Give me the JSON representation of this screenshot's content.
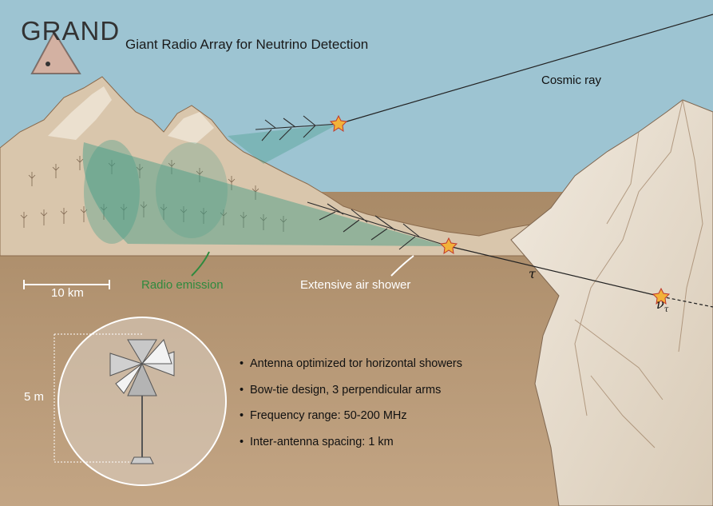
{
  "logo": {
    "text": "GRAND"
  },
  "header": {
    "title": "Giant Radio Array for Neutrino Detection"
  },
  "labels": {
    "cosmic_ray": "Cosmic ray",
    "radio_emission": "Radio emission",
    "air_shower": "Extensive air shower",
    "tau": "τ",
    "nu": "ν",
    "nu_sub": "τ"
  },
  "scale": {
    "horizontal": "10 km",
    "antenna_height": "5 m"
  },
  "antenna_specs": [
    "Antenna optimized tor horizontal showers",
    "Bow-tie design, 3 perpendicular arms",
    "Frequency range: 50-200 MHz",
    "Inter-antenna spacing: 1 km"
  ],
  "colors": {
    "sky": "#9dc4d2",
    "ground": "#b99a78",
    "radio_cone": "#3f9a86",
    "radio_text": "#2f8a3e",
    "star": "#f2b23a"
  }
}
